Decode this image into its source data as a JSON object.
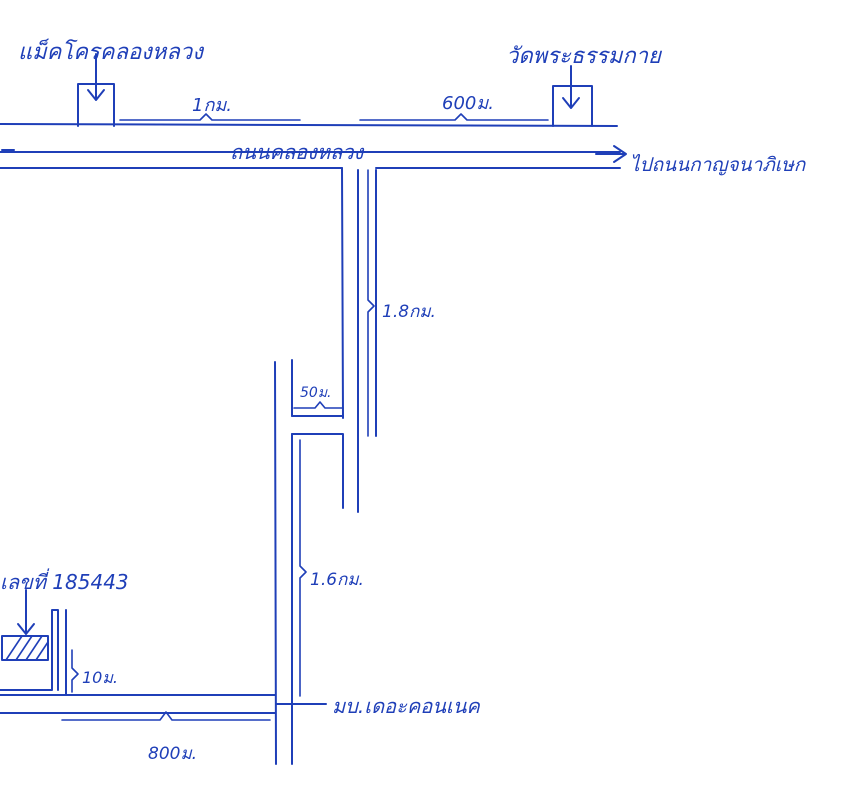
{
  "colors": {
    "ink": "#1f3fb8",
    "paper": "#ffffff"
  },
  "landmarks": {
    "market": "แม็คโครคลองหลวง",
    "temple": "วัดพระธรรมกาย",
    "house_number": "เลขที่ 185443",
    "water_tank": "มบ.เดอะคอนเนค"
  },
  "roads": {
    "main_road": "ถนนคลองหลวง",
    "direction": "ไปถนนกาญจนาภิเษก"
  },
  "distances": {
    "market_segment": "1กม.",
    "temple_segment": "600ม.",
    "upper_branch": "1.8กม.",
    "jog": "50ม.",
    "lower_branch": "1.6กม.",
    "house_offset": "10ม.",
    "bottom_segment": "800ม."
  },
  "icons": [
    "down-arrow-icon",
    "right-arrow-icon",
    "left-arrow-icon",
    "hatched-house-icon",
    "brace-icon"
  ]
}
